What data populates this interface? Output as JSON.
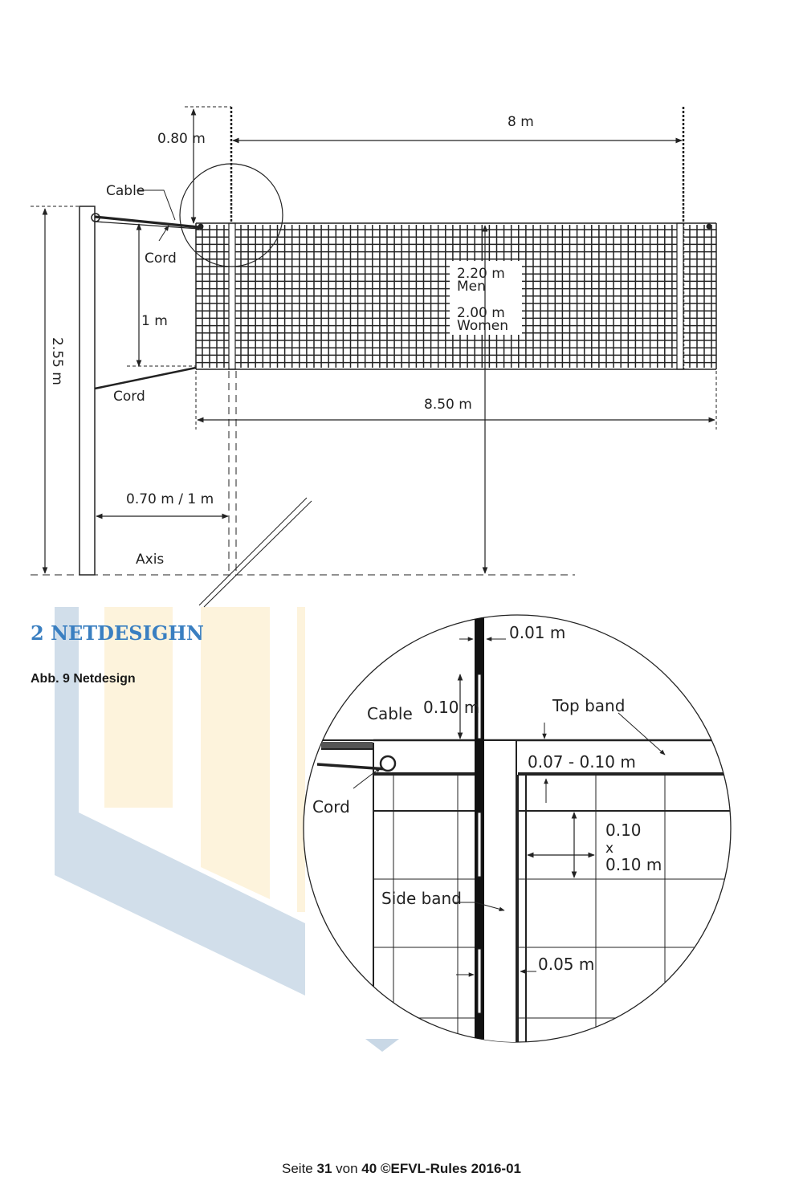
{
  "section": {
    "number": "2",
    "title": "NETDESIGHN"
  },
  "figure": {
    "caption": "Abb. 9 Netdesign"
  },
  "labels": {
    "d_080": "0.80 m",
    "d_8m": "8 m",
    "cable": "Cable",
    "cord": "Cord",
    "d_1m": "1 m",
    "d_255": "2.55 m",
    "d_220": "2.20 m",
    "men": "Men",
    "d_200": "2.00 m",
    "women": "Women",
    "d_850": "8.50 m",
    "d_070": "0.70 m / 1 m",
    "axis": "Axis"
  },
  "detail": {
    "d_001": "0.01 m",
    "d_010": "0.10 m",
    "cable": "Cable",
    "top_band": "Top band",
    "d_007": "0.07 - 0.10 m",
    "cord": "Cord",
    "mesh_a": "0.10",
    "mesh_x": "x",
    "mesh_b": "0.10 m",
    "side_band": "Side band",
    "d_005": "0.05 m"
  },
  "footer": {
    "seite": "Seite",
    "page": "31",
    "von": "von",
    "total": "40",
    "rules": "©EFVL-Rules 2016-01"
  },
  "colors": {
    "heading": "#3a7fc1",
    "watermark_blue": "#c9d8e6",
    "watermark_yellow": "#fdf3dc",
    "ink": "#222222"
  }
}
